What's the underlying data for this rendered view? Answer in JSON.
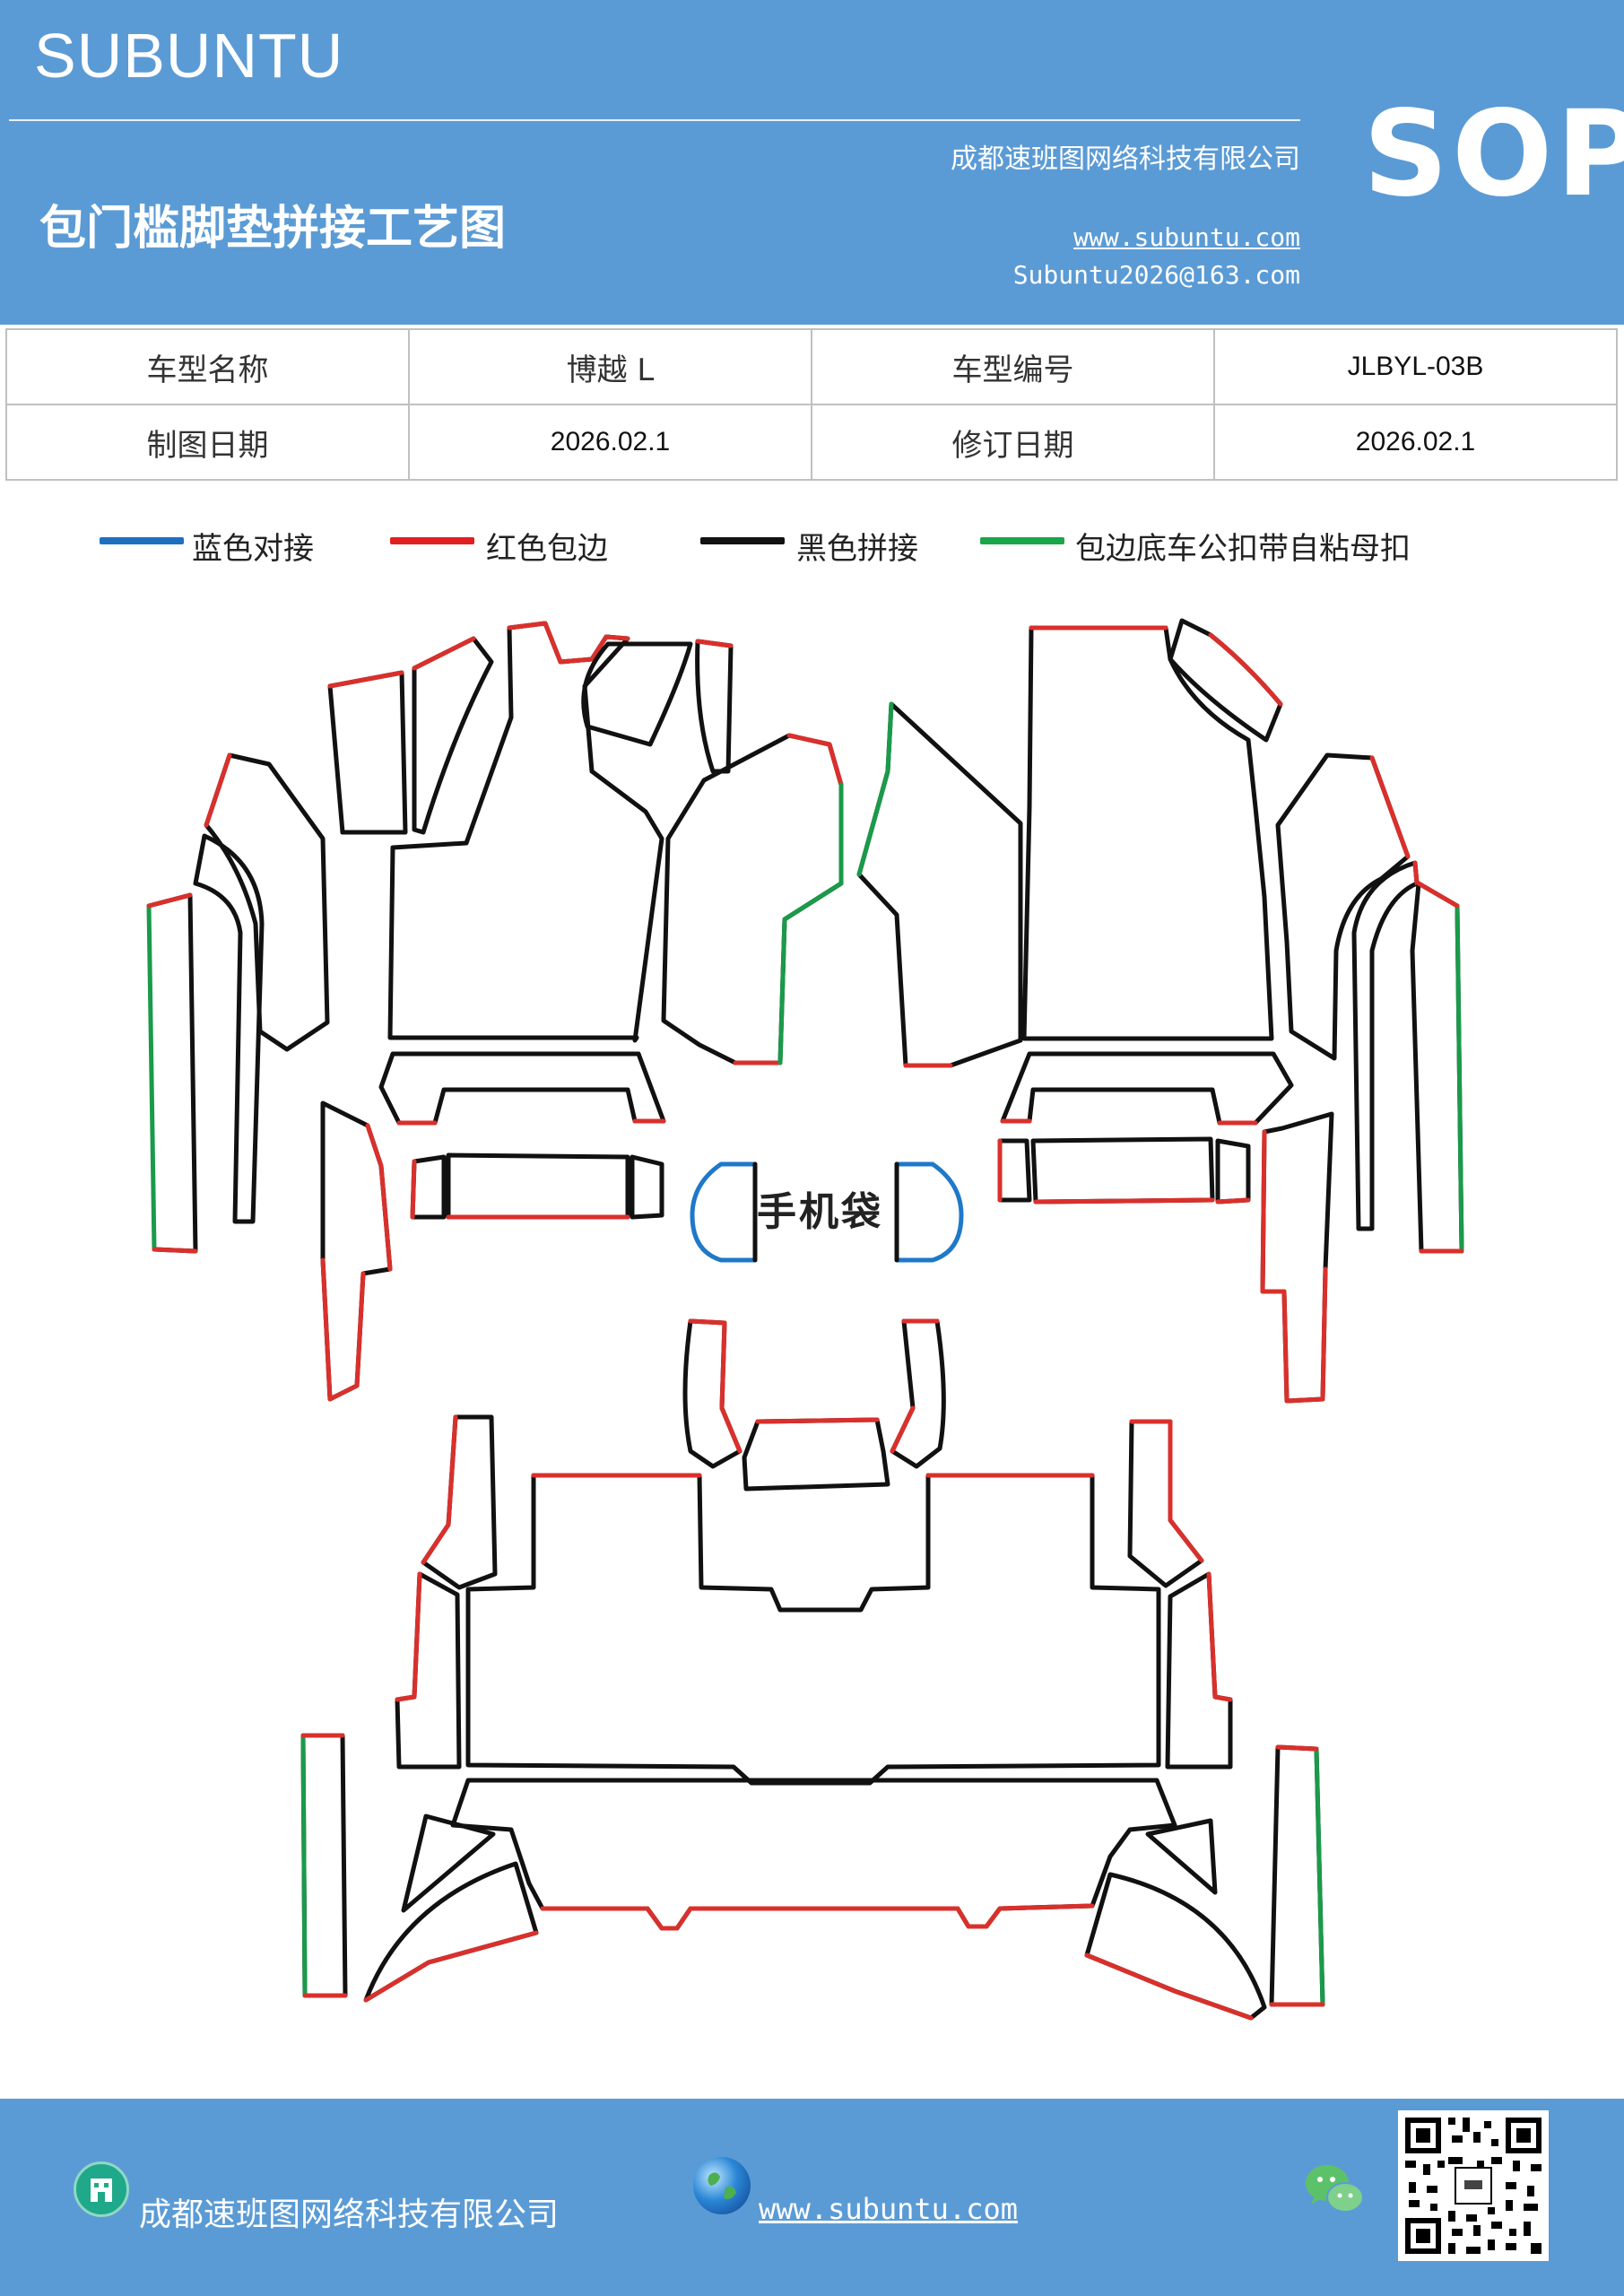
{
  "header": {
    "brand": "SUBUNTU",
    "sop": "SOP",
    "title": "包门槛脚垫拼接工艺图",
    "company": "成都速班图网络科技有限公司",
    "website": "www.subuntu.com",
    "email": "Subuntu2026@163.com"
  },
  "info_table": {
    "rows": [
      [
        "车型名称",
        "博越 L",
        "车型编号",
        "JLBYL-03B"
      ],
      [
        "制图日期",
        "2026.02.1",
        "修订日期",
        "2026.02.1"
      ]
    ]
  },
  "legend": [
    {
      "color": "#1f6fc0",
      "label": "蓝色对接"
    },
    {
      "color": "#e02020",
      "label": "红色包边"
    },
    {
      "color": "#111111",
      "label": "黑色拼接"
    },
    {
      "color": "#1aa64a",
      "label": "包边底车公扣带自粘母扣"
    }
  ],
  "diagram": {
    "phone_pocket_label": "手机袋",
    "colors": {
      "blue": "#1f78c8",
      "red": "#d9302c",
      "black": "#111111",
      "green": "#1a9a4a"
    }
  },
  "footer": {
    "company": "成都速班图网络科技有限公司",
    "website": "www.subuntu.com"
  },
  "icons": [
    "building-icon",
    "globe-icon",
    "wechat-icon",
    "qr-code"
  ]
}
